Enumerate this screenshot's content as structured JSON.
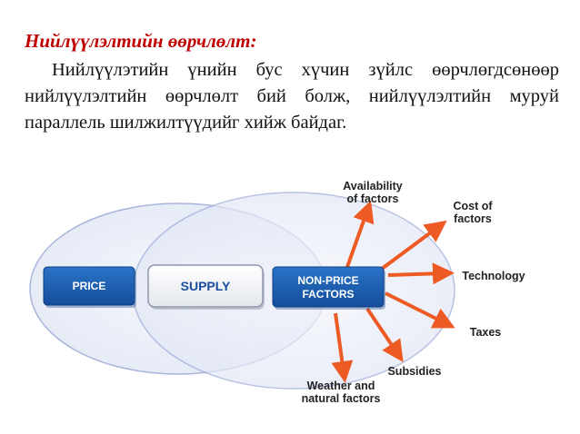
{
  "heading": "Нийлүүлэлтийн өөрчлөлт:",
  "paragraph": "Нийлүүлэтийн үнийн бус хүчин зүйлс өөрчлөгдсөнөөр нийлүүлэлтийн өөрчлөлт бий болж, нийлүүлэлтийн муруй параллель шилжилтүүдийг хийж байдаг.",
  "diagram": {
    "boxes": {
      "price": "PRICE",
      "supply": "SUPPLY",
      "non_price_line1": "NON-PRICE",
      "non_price_line2": "FACTORS"
    },
    "factors": [
      {
        "line1": "Availability",
        "line2": "of factors"
      },
      {
        "line1": "Cost of",
        "line2": "factors"
      },
      {
        "line1": "Technology",
        "line2": ""
      },
      {
        "line1": "Taxes",
        "line2": ""
      },
      {
        "line1": "Subsidies",
        "line2": ""
      },
      {
        "line1": "Weather and",
        "line2": "natural factors"
      }
    ],
    "colors": {
      "box_blue": "#1f5fb0",
      "arrow": "#ee5a24",
      "ellipse_fill": "#e6ebf7",
      "ellipse_stroke": "#9aa9d6"
    }
  }
}
